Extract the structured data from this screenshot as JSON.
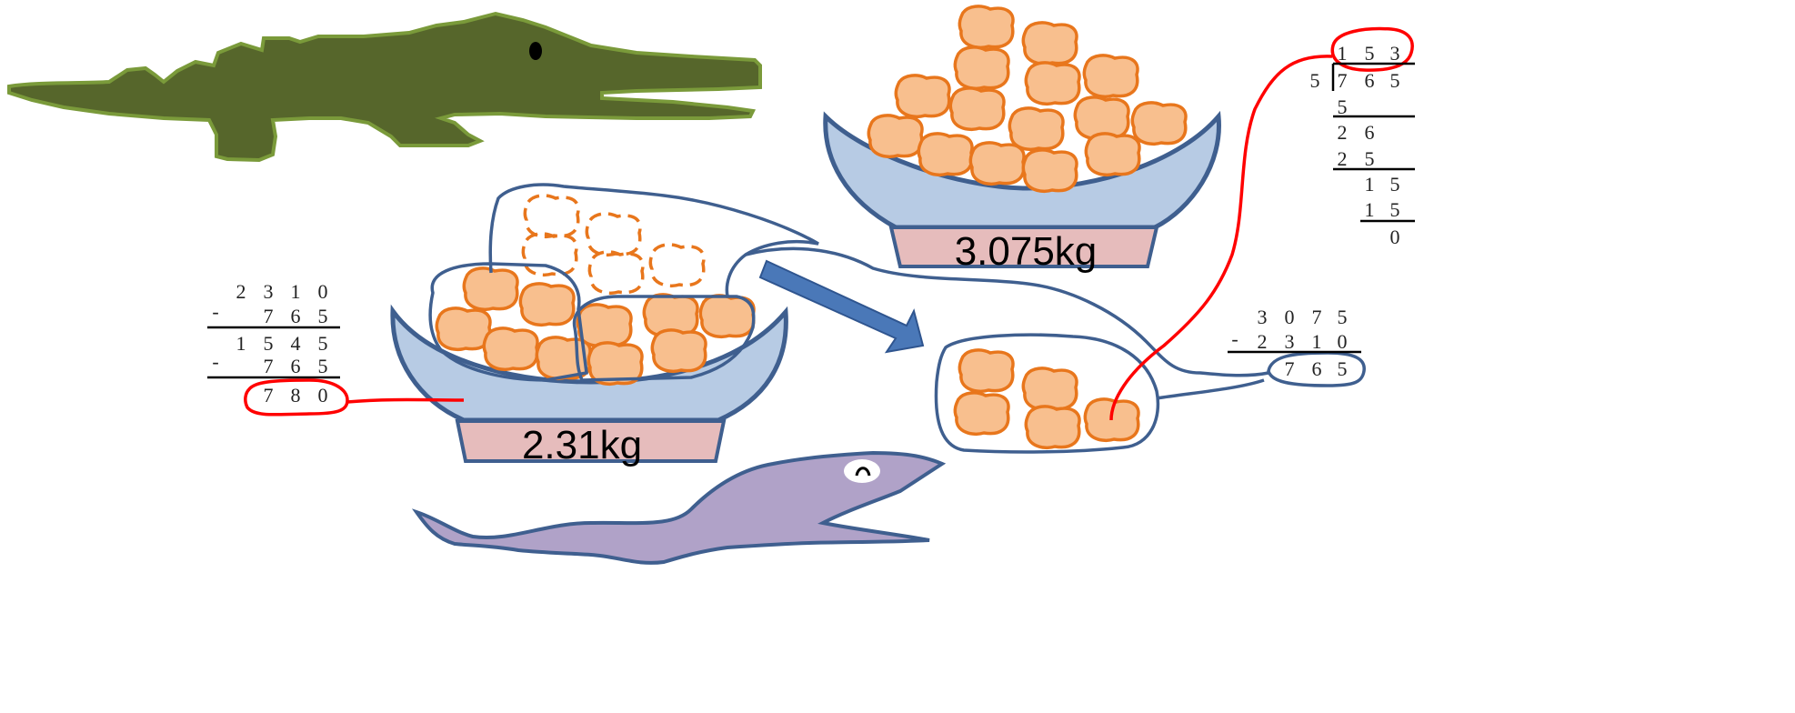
{
  "scales": {
    "left_weight": "2.31kg",
    "right_weight": "3.075kg"
  },
  "subtraction_left": {
    "row1": [
      "2",
      "3",
      "1",
      "0"
    ],
    "row2_op": "-",
    "row2": [
      "7",
      "6",
      "5"
    ],
    "row3": [
      "1",
      "5",
      "4",
      "5"
    ],
    "row4_op": "-",
    "row4": [
      "7",
      "6",
      "5"
    ],
    "row5": [
      "7",
      "8",
      "0"
    ]
  },
  "subtraction_right": {
    "row1": [
      "3",
      "0",
      "7",
      "5"
    ],
    "row2_op": "-",
    "row2": [
      "2",
      "3",
      "1",
      "0"
    ],
    "row3": [
      "7",
      "6",
      "5"
    ]
  },
  "division": {
    "quotient": [
      "1",
      "5",
      "3"
    ],
    "divisor": "5",
    "dividend": [
      "7",
      "6",
      "5"
    ],
    "steps": [
      [
        "5"
      ],
      [
        "2",
        "6"
      ],
      [
        "2",
        "5"
      ],
      [
        "1",
        "5"
      ],
      [
        "1",
        "5"
      ],
      [
        "0"
      ]
    ]
  },
  "colors": {
    "crocodile": "#56662b",
    "crocodile_outline": "#7a9a3a",
    "snake": "#b0a2c8",
    "outline_blue": "#3f5f8f",
    "bowl": "#b7cbe4",
    "scale_base": "#e6bcbc",
    "potato_fill": "#f8bf8e",
    "potato_stroke": "#e8761c",
    "arrow": "#4a78b8",
    "marker_red": "#ff0000"
  }
}
